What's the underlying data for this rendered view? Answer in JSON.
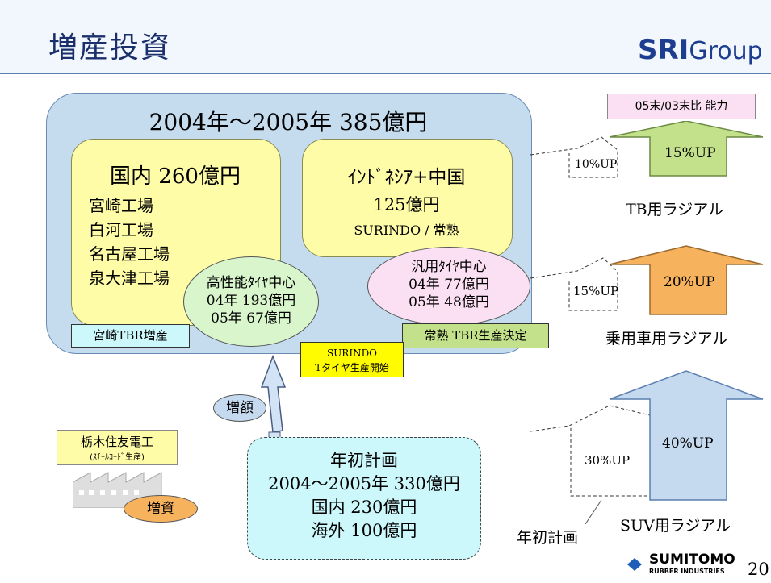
{
  "header": {
    "title": "増産投資",
    "logo_bold": "SRI",
    "logo_rest": "Group"
  },
  "total": {
    "title": "2004年～2005年 385億円"
  },
  "domestic": {
    "title": "国内 260億円",
    "plants": [
      "宮崎工場",
      "白河工場",
      "名古屋工場",
      "泉大津工場"
    ]
  },
  "overseas": {
    "title": "ｲﾝﾄﾞﾈｼｱ+中国",
    "amount": "125億円",
    "sub": "SURINDO / 常熟"
  },
  "high_perf": {
    "line1": "高性能ﾀｲﾔ中心",
    "line2": "04年 193億円",
    "line3": "05年 67億円"
  },
  "general": {
    "line1": "汎用ﾀｲﾔ中心",
    "line2": "04年 77億円",
    "line3": "05年 48億円"
  },
  "tags": {
    "miyazaki": "宮崎TBR増産",
    "changshu": "常熟 TBR生産決定",
    "surindo_line1": "SURINDO",
    "surindo_line2": "Tタイヤ生産開始",
    "zougaku": "増額",
    "zoushi": "増資"
  },
  "supplier": {
    "line1": "栃木住友電工",
    "line2": "(ｽﾁｰﾙｺｰﾄﾞ生産)"
  },
  "plan": {
    "line1": "年初計画",
    "line2": "2004～2005年 330億円",
    "line3": "国内 230億円",
    "line4": "海外 100億円"
  },
  "capacity": {
    "header": "05末/03末比 能力",
    "items": [
      {
        "label": "TB用ラジアル",
        "plan_pct": "10%UP",
        "actual_pct": "15%UP",
        "color": "#c3e08a"
      },
      {
        "label": "乗用車用ラジアル",
        "plan_pct": "15%UP",
        "actual_pct": "20%UP",
        "color": "#f7b25e"
      },
      {
        "label": "SUV用ラジアル",
        "plan_pct": "30%UP",
        "actual_pct": "40%UP",
        "color": "#c5d9ef"
      }
    ],
    "plan_note": "年初計画"
  },
  "footer": {
    "brand": "SUMITOMO",
    "brand_sub": "RUBBER INDUSTRIES",
    "page": "20"
  }
}
